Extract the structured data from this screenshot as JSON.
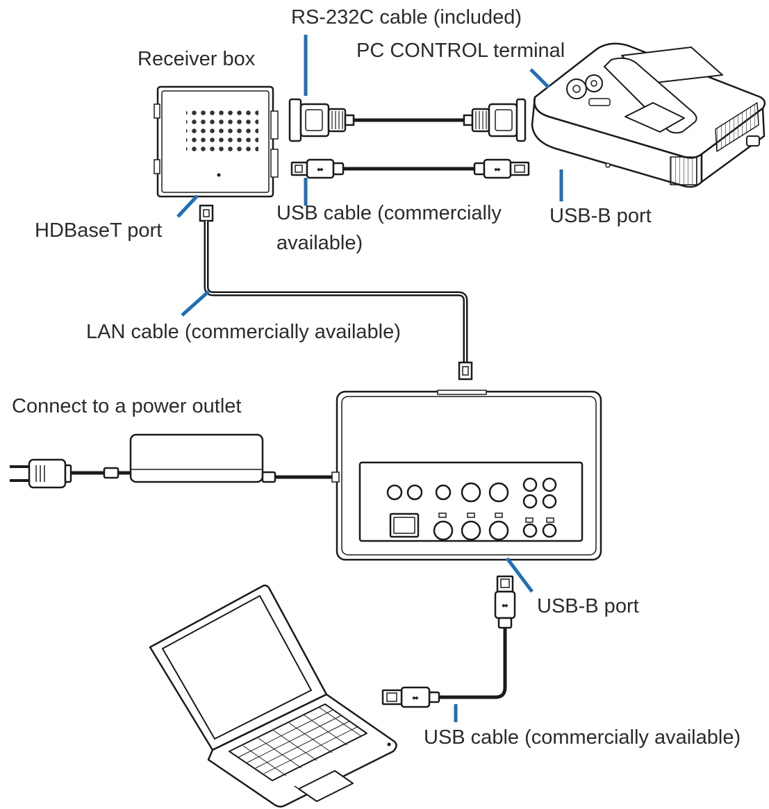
{
  "labels": {
    "rs232c_cable": "RS-232C cable (included)",
    "receiver_box": "Receiver box",
    "pc_control_terminal": "PC CONTROL terminal",
    "hdbaset_port": "HDBaseT port",
    "usb_cable_top_line1": "USB  cable  (commercially",
    "usb_cable_top_line2": "available)",
    "usb_b_port_projector": "USB-B port",
    "lan_cable": "LAN cable (commercially available)",
    "power_outlet": "Connect to a power outlet",
    "usb_b_port_transmitter": "USB-B port",
    "usb_cable_bottom": "USB cable (commercially available)"
  },
  "colors": {
    "callout": "#1f6fb5",
    "line": "#1a1a1a",
    "text": "#2b2b2b"
  }
}
